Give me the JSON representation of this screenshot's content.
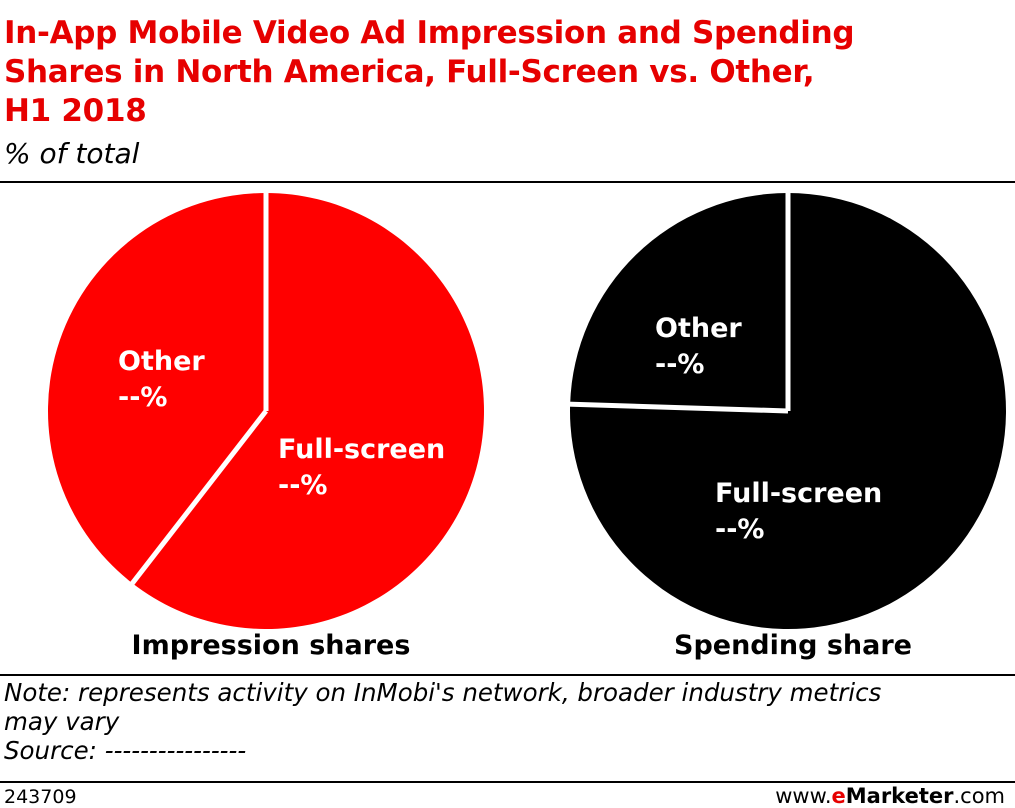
{
  "header": {
    "title_lines": [
      "In-App Mobile Video Ad Impression and Spending",
      "Shares in North America, Full-Screen vs. Other,",
      "H1 2018"
    ],
    "subtitle": "% of total"
  },
  "colors": {
    "title": "#e60000",
    "impression_pie": "#ff0000",
    "spending_pie": "#000000",
    "slice_label": "#ffffff",
    "separator": "#ffffff"
  },
  "chart_data": [
    {
      "type": "pie",
      "title": "Impression shares",
      "labels": [
        "Full-screen",
        "Other"
      ],
      "values": [
        60.5,
        39.5
      ],
      "value_labels": [
        "--%",
        "--%"
      ],
      "color": "#ff0000"
    },
    {
      "type": "pie",
      "title": "Spending share",
      "labels": [
        "Full-screen",
        "Other"
      ],
      "values": [
        75.5,
        24.5
      ],
      "value_labels": [
        "--%",
        "--%"
      ],
      "color": "#000000"
    }
  ],
  "footer": {
    "note_lines": [
      "Note: represents activity on InMobi's network, broader industry metrics",
      "may vary",
      "Source: ----------------"
    ],
    "chart_id": "243709",
    "brand_prefix": "www.",
    "brand_e": "e",
    "brand_name": "Marketer",
    "brand_suffix": ".com"
  }
}
